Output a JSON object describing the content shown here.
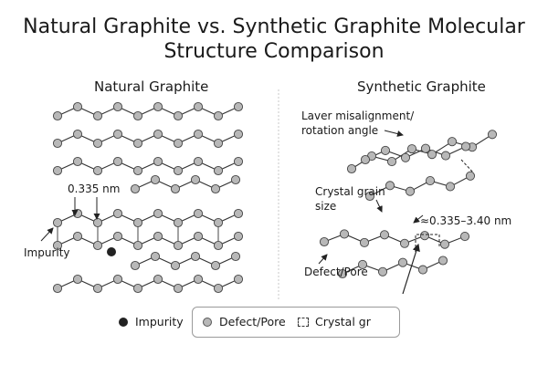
{
  "title": {
    "line1": "Natural Graphite vs. Synthetic Graphite Molecular",
    "line2": "Structure Comparison"
  },
  "panels": {
    "natural": {
      "title": "Natural Graphite",
      "spacing_label": "0.335 nm",
      "impurity_label": "Impurity"
    },
    "synthetic": {
      "title": "Synthetic Graphite",
      "misalignment_label_line1": "Laver misalignment/",
      "misalignment_label_line2": "rotation angle",
      "grain_label_line1": "Crystal grain",
      "grain_label_line2": "size",
      "spacing_label": "≈0.335–3.40 nm",
      "defect_label": "Defect/Pore"
    }
  },
  "legend": {
    "impurity": "Impurity",
    "defect": "Defect/Pore",
    "grain": "Crystal gr"
  },
  "colors": {
    "atom_fill": "#b8b8b8",
    "bond": "#333333",
    "impurity": "#222222"
  }
}
